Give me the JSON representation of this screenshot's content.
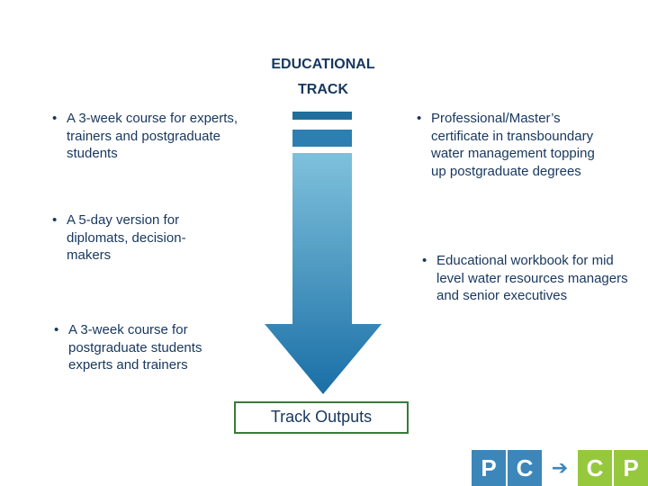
{
  "title": {
    "line1": "EDUCATIONAL",
    "line2": "TRACK"
  },
  "left_bullets": [
    "A 3-week course for experts, trainers and postgraduate students",
    "A 5-day version for diplomats, decision-makers",
    "A 3-week course for postgraduate students experts and trainers"
  ],
  "right_bullets": [
    "Professional/Master’s certificate in transboundary water management topping up postgraduate degrees",
    "Educational workbook for mid level water resources managers and senior executives"
  ],
  "bullet_char": "•",
  "outputs_label": "Track  Outputs",
  "logo": {
    "left": [
      "P",
      "C"
    ],
    "right": [
      "C",
      "P"
    ]
  },
  "colors": {
    "text": "#17375e",
    "arrow_top": "#7fc1dc",
    "arrow_bottom": "#1a6fa6",
    "logo_blue": "#3c86ba",
    "logo_green": "#96c83e",
    "outputs_border": "#3a7a3a"
  }
}
